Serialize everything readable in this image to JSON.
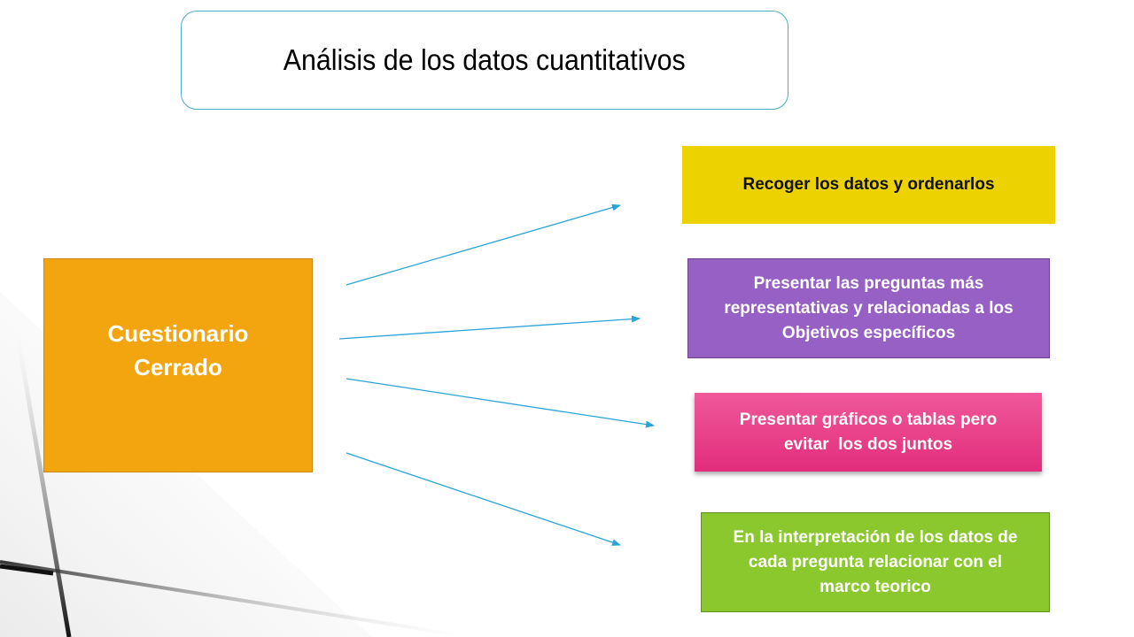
{
  "title": "Análisis de los datos cuantitativos",
  "source_node": {
    "label_line1": "Cuestionario",
    "label_line2": "Cerrado",
    "color": "#f2a50f"
  },
  "steps": [
    {
      "lines": [
        "Recoger los datos y ordenarlos"
      ],
      "color": "#ecd200"
    },
    {
      "lines": [
        "Presentar las preguntas más",
        "representativas y relacionadas a los",
        "Objetivos específicos"
      ],
      "color": "#9660c4"
    },
    {
      "lines": [
        "Presentar gráficos o tablas pero",
        "evitar  los dos juntos"
      ],
      "color": "#e83f89"
    },
    {
      "lines": [
        "En la interpretación de los datos de",
        "cada pregunta relacionar con el",
        "marco teorico"
      ],
      "color": "#8bc82e"
    }
  ],
  "colors": {
    "title_border": "#4bacc6",
    "arrow": "#29a3d8"
  }
}
